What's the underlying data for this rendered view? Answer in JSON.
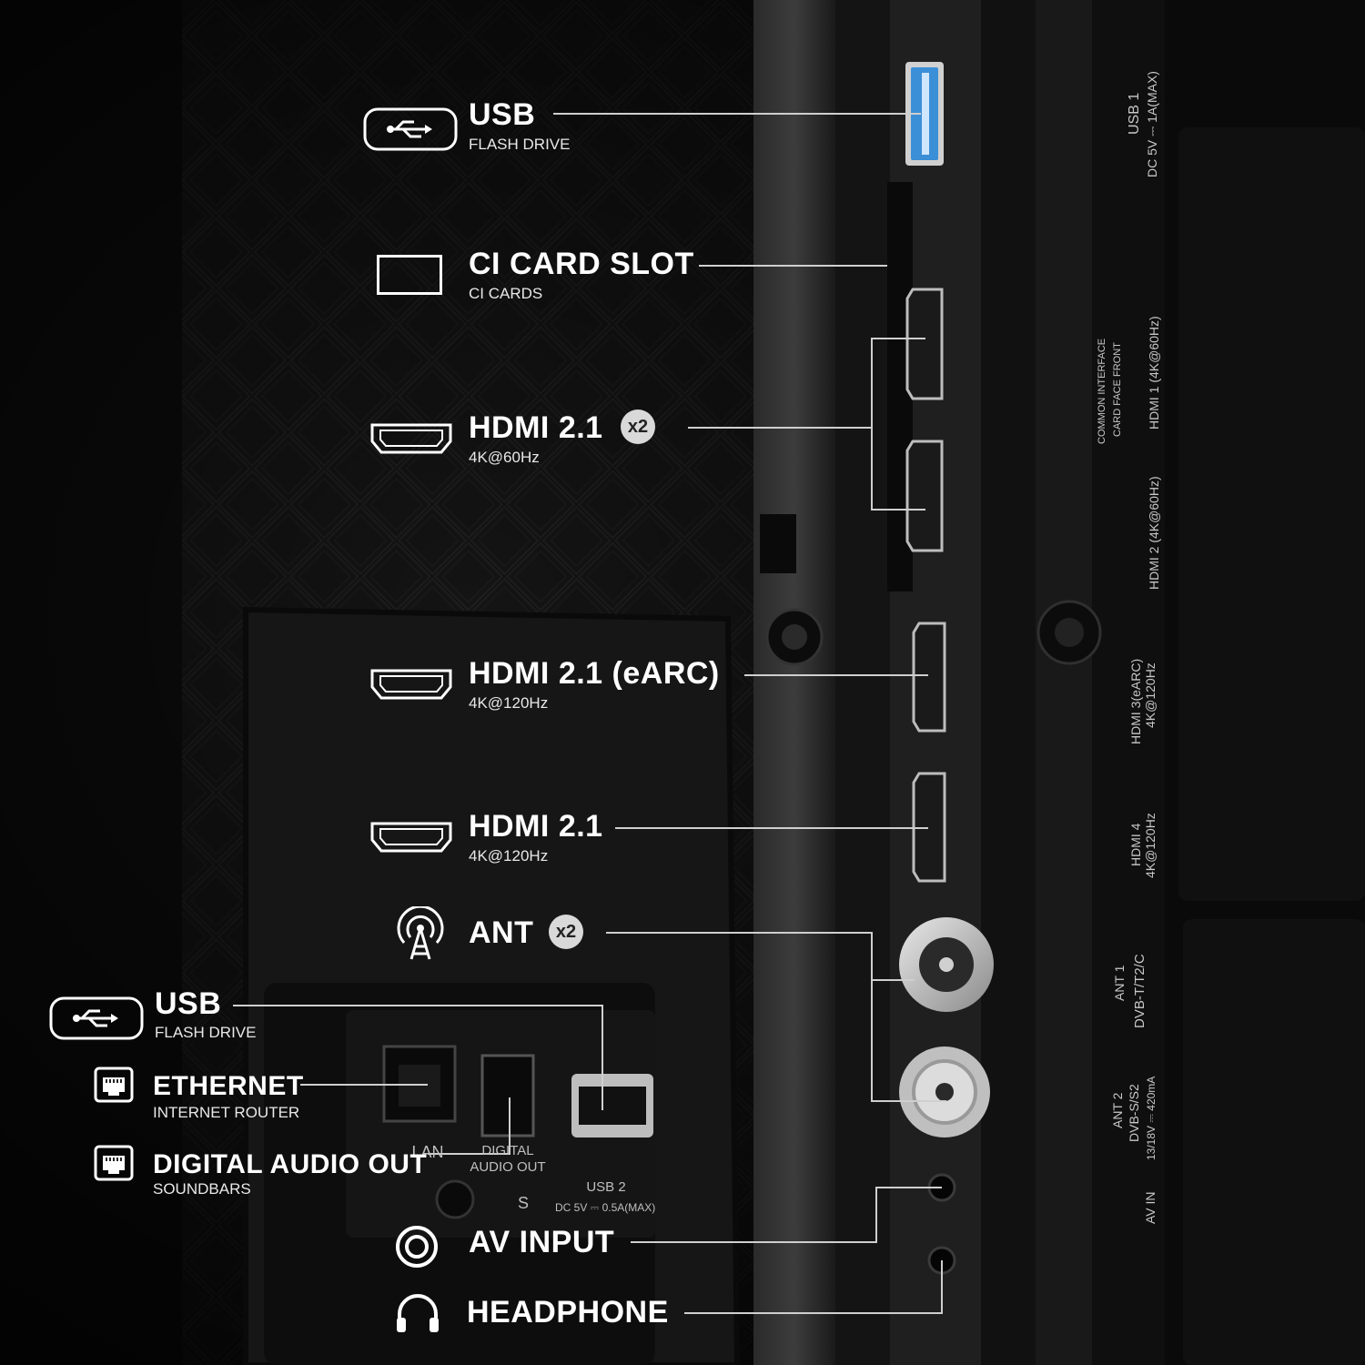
{
  "connections": {
    "usb_top": {
      "title": "USB",
      "subtitle": "FLASH DRIVE",
      "icon": "usb-icon"
    },
    "ci_slot": {
      "title": "CI CARD SLOT",
      "subtitle": "CI CARDS",
      "icon": "card-slot-icon"
    },
    "hdmi_60": {
      "title": "HDMI 2.1",
      "badge": "x2",
      "subtitle": "4K@60Hz",
      "icon": "hdmi-icon"
    },
    "hdmi_earc": {
      "title": "HDMI 2.1 (eARC)",
      "subtitle": "4K@120Hz",
      "icon": "hdmi-icon"
    },
    "hdmi_120": {
      "title": "HDMI 2.1",
      "subtitle": "4K@120Hz",
      "icon": "hdmi-icon"
    },
    "ant": {
      "title": "ANT",
      "badge": "x2",
      "icon": "antenna-icon"
    },
    "usb_bottom": {
      "title": "USB",
      "subtitle": "FLASH DRIVE",
      "icon": "usb-icon"
    },
    "ethernet": {
      "title": "ETHERNET",
      "subtitle": "INTERNET ROUTER",
      "icon": "ethernet-icon"
    },
    "digital_audio": {
      "title": "DIGITAL AUDIO OUT",
      "subtitle": "SOUNDBARS",
      "icon": "ethernet-icon"
    },
    "av_input": {
      "title": "AV INPUT",
      "icon": "av-input-icon"
    },
    "headphone": {
      "title": "HEADPHONE",
      "icon": "headphone-icon"
    }
  },
  "panel_print": {
    "usb1": "USB 1",
    "usb1_rating": "DC 5V ⎓ 1A(MAX)",
    "ci_1": "COMMON INTERFACE",
    "ci_2": "CARD FACE FRONT",
    "hdmi1": "HDMI 1 (4K@60Hz)",
    "hdmi2": "HDMI 2 (4K@60Hz)",
    "hdmi3": "HDMI 3(eARC)",
    "hdmi3_rate": "4K@120Hz",
    "hdmi4": "HDMI 4",
    "hdmi4_rate": "4K@120Hz",
    "ant1": "ANT 1",
    "ant1_std": "DVB-T/T2/C",
    "ant2": "ANT 2",
    "ant2_std": "DVB-S/S2",
    "ant2_rating": "13/18V ⎓ 420mA",
    "av_in": "AV IN",
    "lan": "LAN",
    "digital_audio_out": "DIGITAL AUDIO OUT",
    "usb2": "USB 2",
    "usb2_rating": "DC 5V ⎓ 0.5A(MAX)",
    "s_mark": "S"
  },
  "colors": {
    "background": "#0c0c0c",
    "usb_port_blue": "#3b8fd6",
    "badge": "#d9d9d9",
    "text": "#ffffff"
  }
}
